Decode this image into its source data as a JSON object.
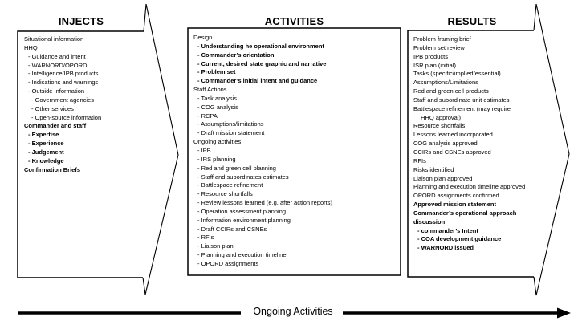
{
  "diagram": {
    "bottom_arrow_label": "Ongoing Activities",
    "colors": {
      "line": "#000000",
      "fill": "#ffffff",
      "text": "#000000"
    },
    "columns": [
      {
        "title": "INJECTS",
        "items": [
          {
            "text": "Situational information",
            "bold": false,
            "indent": 0
          },
          {
            "text": "HHQ",
            "bold": false,
            "indent": 0
          },
          {
            "text": "- Guidance and intent",
            "bold": false,
            "indent": 1
          },
          {
            "text": "- WARNORD/OPORD",
            "bold": false,
            "indent": 1
          },
          {
            "text": "- Intelligence/IPB products",
            "bold": false,
            "indent": 1
          },
          {
            "text": "- Indications and warnings",
            "bold": false,
            "indent": 1
          },
          {
            "text": "- Outside Information",
            "bold": false,
            "indent": 1
          },
          {
            "text": "- Government agencies",
            "bold": false,
            "indent": 2
          },
          {
            "text": "- Other services",
            "bold": false,
            "indent": 2
          },
          {
            "text": "- Open-source information",
            "bold": false,
            "indent": 2
          },
          {
            "text": "Commander and staff",
            "bold": true,
            "indent": 0
          },
          {
            "text": "- Expertise",
            "bold": true,
            "indent": 1
          },
          {
            "text": "- Experience",
            "bold": true,
            "indent": 1
          },
          {
            "text": "- Judgement",
            "bold": true,
            "indent": 1
          },
          {
            "text": "- Knowledge",
            "bold": true,
            "indent": 1
          },
          {
            "text": "Confirmation Briefs",
            "bold": true,
            "indent": 0
          }
        ]
      },
      {
        "title": "ACTIVITIES",
        "items": [
          {
            "text": "Design",
            "bold": false,
            "indent": 0
          },
          {
            "text": "- Understanding he operational environment",
            "bold": true,
            "indent": 1
          },
          {
            "text": "- Commander’s orientation",
            "bold": true,
            "indent": 1
          },
          {
            "text": "- Current, desired state graphic and narrative",
            "bold": true,
            "indent": 1
          },
          {
            "text": "- Problem set",
            "bold": true,
            "indent": 1
          },
          {
            "text": "- Commander’s initial intent and guidance",
            "bold": true,
            "indent": 1
          },
          {
            "text": "Staff Actions",
            "bold": false,
            "indent": 0
          },
          {
            "text": "- Task analysis",
            "bold": false,
            "indent": 1
          },
          {
            "text": "- COG analysis",
            "bold": false,
            "indent": 1
          },
          {
            "text": "- RCPA",
            "bold": false,
            "indent": 1
          },
          {
            "text": "- Assumptions/limitations",
            "bold": false,
            "indent": 1
          },
          {
            "text": "- Draft mission statement",
            "bold": false,
            "indent": 1
          },
          {
            "text": "Ongoing activities",
            "bold": false,
            "indent": 0
          },
          {
            "text": "- IPB",
            "bold": false,
            "indent": 1
          },
          {
            "text": "- IRS planning",
            "bold": false,
            "indent": 1
          },
          {
            "text": "- Red and green cell planning",
            "bold": false,
            "indent": 1
          },
          {
            "text": "- Staff and subordinates estimates",
            "bold": false,
            "indent": 1
          },
          {
            "text": "- Battlespace refinement",
            "bold": false,
            "indent": 1
          },
          {
            "text": "- Resource shortfalls",
            "bold": false,
            "indent": 1
          },
          {
            "text": "- Review lessons learned (e.g. after action reports)",
            "bold": false,
            "indent": 1
          },
          {
            "text": "- Operation assessment planning",
            "bold": false,
            "indent": 1
          },
          {
            "text": "- Information environment planning",
            "bold": false,
            "indent": 1
          },
          {
            "text": "- Draft CCIRs and CSNEs",
            "bold": false,
            "indent": 1
          },
          {
            "text": "- RFIs",
            "bold": false,
            "indent": 1
          },
          {
            "text": "- Liaison plan",
            "bold": false,
            "indent": 1
          },
          {
            "text": "- Planning and execution timeline",
            "bold": false,
            "indent": 1
          },
          {
            "text": "- OPORD assignments",
            "bold": false,
            "indent": 1
          }
        ]
      },
      {
        "title": "RESULTS",
        "items": [
          {
            "text": "Problem framing brief",
            "bold": false,
            "indent": 0
          },
          {
            "text": "Problem set review",
            "bold": false,
            "indent": 0
          },
          {
            "text": "IPB products",
            "bold": false,
            "indent": 0
          },
          {
            "text": "ISR plan (initial)",
            "bold": false,
            "indent": 0
          },
          {
            "text": "Tasks (specific/implied/essential)",
            "bold": false,
            "indent": 0
          },
          {
            "text": "Assumptions/Limitations",
            "bold": false,
            "indent": 0
          },
          {
            "text": "Red and green cell products",
            "bold": false,
            "indent": 0
          },
          {
            "text": "Staff and subordinate unit estimates",
            "bold": false,
            "indent": 0
          },
          {
            "text": "Battlespace refinement (may require",
            "bold": false,
            "indent": 0
          },
          {
            "text": "HHQ approval)",
            "bold": false,
            "indent": 2
          },
          {
            "text": "Resource shortfalls",
            "bold": false,
            "indent": 0
          },
          {
            "text": "Lessons learned incorporated",
            "bold": false,
            "indent": 0
          },
          {
            "text": "COG analysis approved",
            "bold": false,
            "indent": 0
          },
          {
            "text": "CCIRs and CSNEs approved",
            "bold": false,
            "indent": 0
          },
          {
            "text": "RFIs",
            "bold": false,
            "indent": 0
          },
          {
            "text": "Risks identified",
            "bold": false,
            "indent": 0
          },
          {
            "text": "Liaison plan approved",
            "bold": false,
            "indent": 0
          },
          {
            "text": "Planning and execution timeline approved",
            "bold": false,
            "indent": 0
          },
          {
            "text": "OPORD assignments confirmed",
            "bold": false,
            "indent": 0
          },
          {
            "text": "Approved mission statement",
            "bold": true,
            "indent": 0
          },
          {
            "text": "Commander’s operational approach",
            "bold": true,
            "indent": 0
          },
          {
            "text": "discussion",
            "bold": true,
            "indent": 0
          },
          {
            "text": "- commander’s Intent",
            "bold": true,
            "indent": 1
          },
          {
            "text": "- COA development guidance",
            "bold": true,
            "indent": 1
          },
          {
            "text": "- WARNORD issued",
            "bold": true,
            "indent": 1
          }
        ]
      }
    ]
  }
}
